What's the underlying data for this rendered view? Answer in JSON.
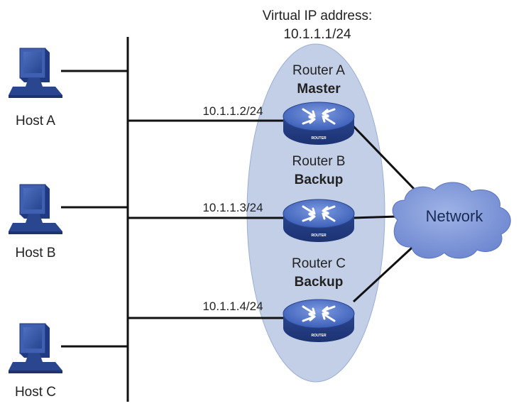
{
  "vip": {
    "caption": "Virtual IP address:",
    "address": "10.1.1.1/24"
  },
  "hosts": [
    {
      "label": "Host A"
    },
    {
      "label": "Host B"
    },
    {
      "label": "Host C"
    }
  ],
  "routers": [
    {
      "name": "Router A",
      "role": "Master",
      "ip": "10.1.1.2/24",
      "badge": "ROUTER"
    },
    {
      "name": "Router B",
      "role": "Backup",
      "ip": "10.1.1.3/24",
      "badge": "ROUTER"
    },
    {
      "name": "Router C",
      "role": "Backup",
      "ip": "10.1.1.4/24",
      "badge": "ROUTER"
    }
  ],
  "network": {
    "label": "Network"
  },
  "colors": {
    "vrrp_group": "#c3cfe6",
    "router_body": "#2f4f9e",
    "router_top": "#5b7fd0",
    "cloud": "#7f97d8",
    "line": "#111111"
  },
  "icons": {
    "host": "desktop-computer-icon",
    "router": "router-icon",
    "network": "cloud-icon"
  }
}
